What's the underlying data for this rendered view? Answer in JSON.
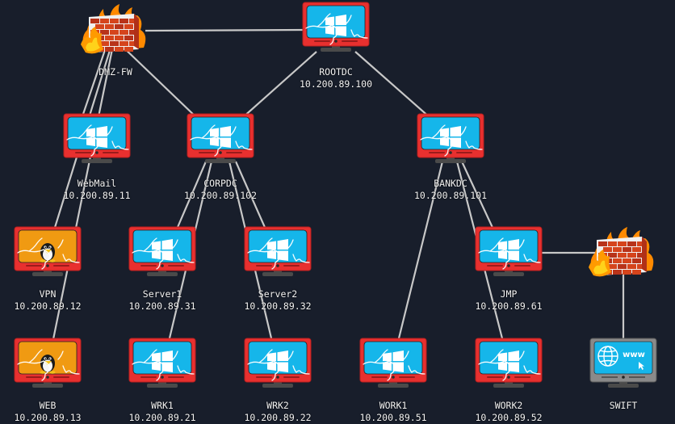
{
  "diagram": {
    "title": "Network Map",
    "background": "#181e2b",
    "link_color": "#c8c8c8",
    "colors": {
      "monitor_frame": "#e8302f",
      "windows_screen": "#15b6ea",
      "linux_screen": "#f09a12",
      "web_frame": "#8a8a8a",
      "stand": "#4a4a4a"
    }
  },
  "nodes": [
    {
      "id": "dmzfw",
      "name": "DMZ-FW",
      "ip": "",
      "type": "firewall"
    },
    {
      "id": "rootdc",
      "name": "ROOTDC",
      "ip": "10.200.89.100",
      "type": "windows"
    },
    {
      "id": "webmail",
      "name": "WebMail",
      "ip": "10.200.89.11",
      "type": "windows"
    },
    {
      "id": "corpdc",
      "name": "CORPDC",
      "ip": "10.200.89.102",
      "type": "windows"
    },
    {
      "id": "bankdc",
      "name": "BANKDC",
      "ip": "10.200.89.101",
      "type": "windows"
    },
    {
      "id": "vpn",
      "name": "VPN",
      "ip": "10.200.89.12",
      "type": "linux"
    },
    {
      "id": "server1",
      "name": "Server1",
      "ip": "10.200.89.31",
      "type": "windows"
    },
    {
      "id": "server2",
      "name": "Server2",
      "ip": "10.200.89.32",
      "type": "windows"
    },
    {
      "id": "jmp",
      "name": "JMP",
      "ip": "10.200.89.61",
      "type": "windows"
    },
    {
      "id": "swiftfw",
      "name": "",
      "ip": "",
      "type": "firewall"
    },
    {
      "id": "web",
      "name": "WEB",
      "ip": "10.200.89.13",
      "type": "linux"
    },
    {
      "id": "wrk1",
      "name": "WRK1",
      "ip": "10.200.89.21",
      "type": "windows"
    },
    {
      "id": "wrk2",
      "name": "WRK2",
      "ip": "10.200.89.22",
      "type": "windows"
    },
    {
      "id": "work1",
      "name": "WORK1",
      "ip": "10.200.89.51",
      "type": "windows"
    },
    {
      "id": "work2",
      "name": "WORK2",
      "ip": "10.200.89.52",
      "type": "windows"
    },
    {
      "id": "swift",
      "name": "SWIFT",
      "ip": "",
      "type": "web"
    }
  ],
  "links": [
    [
      "dmzfw",
      "rootdc"
    ],
    [
      "dmzfw",
      "corpdc"
    ],
    [
      "dmzfw",
      "webmail"
    ],
    [
      "dmzfw",
      "vpn"
    ],
    [
      "dmzfw",
      "web"
    ],
    [
      "rootdc",
      "corpdc"
    ],
    [
      "rootdc",
      "bankdc"
    ],
    [
      "corpdc",
      "server1"
    ],
    [
      "corpdc",
      "server2"
    ],
    [
      "corpdc",
      "wrk1"
    ],
    [
      "corpdc",
      "wrk2"
    ],
    [
      "bankdc",
      "jmp"
    ],
    [
      "bankdc",
      "work1"
    ],
    [
      "bankdc",
      "work2"
    ],
    [
      "jmp",
      "swiftfw"
    ],
    [
      "swiftfw",
      "swift"
    ]
  ]
}
